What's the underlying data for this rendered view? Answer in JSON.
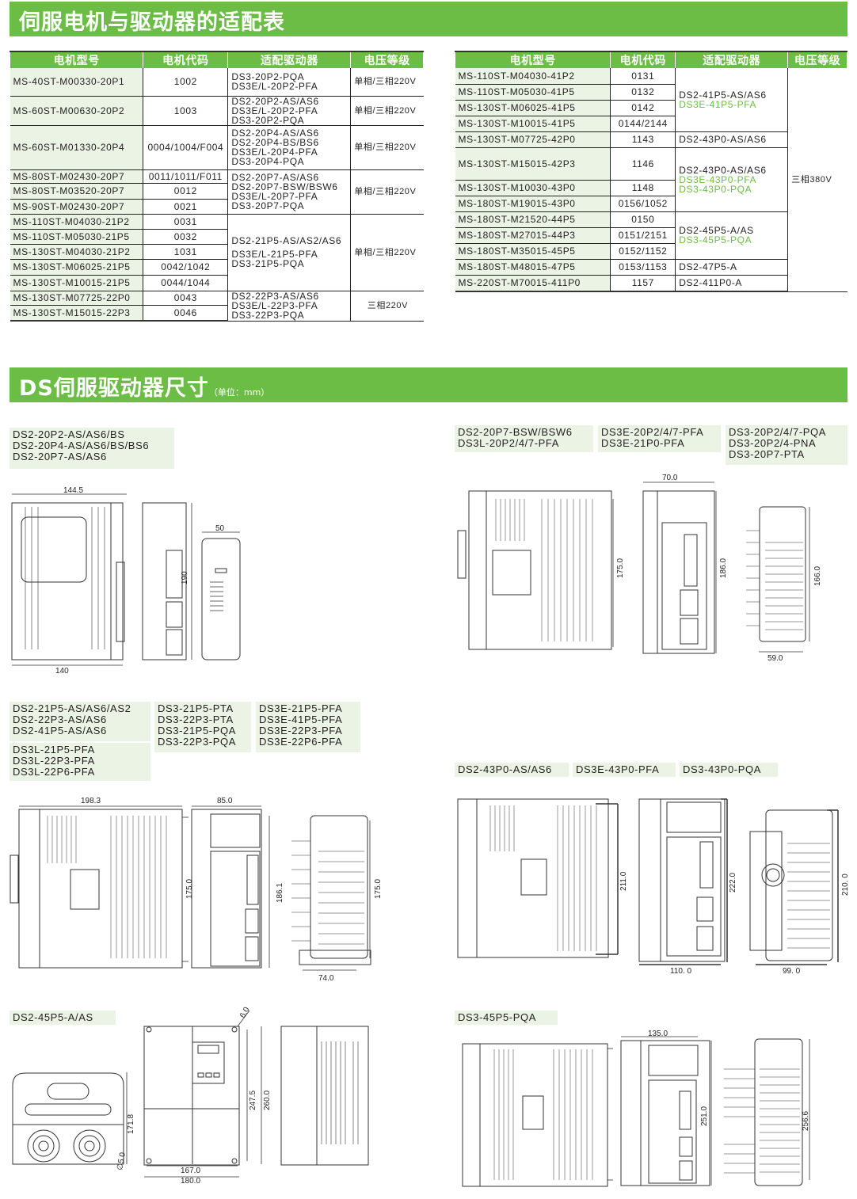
{
  "section1": {
    "title": "伺服电机与驱动器的适配表"
  },
  "table_headers": [
    "电机型号",
    "电机代码",
    "适配驱动器",
    "电压等级"
  ],
  "table_left": {
    "rows": [
      {
        "model": "MS-40ST-M00330-20P1",
        "code": "1002"
      },
      {
        "model": "MS-60ST-M00630-20P2",
        "code": "1003"
      },
      {
        "model": "MS-60ST-M01330-20P4",
        "code": "0004/1004/F004"
      },
      {
        "model": "MS-80ST-M02430-20P7",
        "code": "0011/1011/F011"
      },
      {
        "model": "MS-80ST-M03520-20P7",
        "code": "0012"
      },
      {
        "model": "MS-90ST-M02430-20P7",
        "code": "0021"
      },
      {
        "model": "MS-110ST-M04030-21P2",
        "code": "0031"
      },
      {
        "model": "MS-110ST-M05030-21P5",
        "code": "0032"
      },
      {
        "model": "MS-130ST-M04030-21P2",
        "code": "1031"
      },
      {
        "model": "MS-130ST-M06025-21P5",
        "code": "0042/1042"
      },
      {
        "model": "MS-130ST-M10015-21P5",
        "code": "0044/1044"
      },
      {
        "model": "MS-130ST-M07725-22P0",
        "code": "0043"
      },
      {
        "model": "MS-130ST-M15015-22P3",
        "code": "0046"
      }
    ],
    "groups": [
      {
        "drivers": [
          "DS3-20P2-PQA",
          "DS3E/L-20P2-PFA"
        ],
        "voltage": "单相/三相220V"
      },
      {
        "drivers": [
          "DS2-20P2-AS/AS6",
          "DS3E/L-20P2-PFA",
          "DS3-20P2-PQA"
        ],
        "voltage": "单相/三相220V"
      },
      {
        "drivers": [
          "DS2-20P4-AS/AS6",
          "DS2-20P4-BS/BS6",
          "DS3E/L-20P4-PFA",
          "DS3-20P4-PQA"
        ],
        "voltage": "单相/三相220V"
      },
      {
        "drivers": [
          "DS2-20P7-AS/AS6",
          "DS2-20P7-BSW/BSW6",
          "DS3E/L-20P7-PFA",
          "DS3-20P7-PQA"
        ],
        "voltage": "单相/三相220V"
      },
      {
        "drivers": [
          "DS2-21P5-AS/AS2/AS6",
          "DS3E/L-21P5-PFA",
          "DS3-21P5-PQA"
        ],
        "voltage": "单相/三相220V"
      },
      {
        "drivers": [
          "DS2-22P3-AS/AS6",
          "DS3E/L-22P3-PFA",
          "DS3-22P3-PQA"
        ],
        "voltage": "三相220V"
      }
    ]
  },
  "table_right": {
    "rows": [
      {
        "model": "MS-110ST-M04030-41P2",
        "code": "0131"
      },
      {
        "model": "MS-110ST-M05030-41P5",
        "code": "0132"
      },
      {
        "model": "MS-130ST-M06025-41P5",
        "code": "0142"
      },
      {
        "model": "MS-130ST-M10015-41P5",
        "code": "0144/2144"
      },
      {
        "model": "MS-130ST-M07725-42P0",
        "code": "1143"
      },
      {
        "model": "MS-130ST-M15015-42P3",
        "code": "1146"
      },
      {
        "model": "MS-130ST-M10030-43P0",
        "code": "1148"
      },
      {
        "model": "MS-180ST-M19015-43P0",
        "code": "0156/1052"
      },
      {
        "model": "MS-180ST-M21520-44P5",
        "code": "0150"
      },
      {
        "model": "MS-180ST-M27015-44P3",
        "code": "0151/2151"
      },
      {
        "model": "MS-180ST-M35015-45P5",
        "code": "0152/1152"
      },
      {
        "model": "MS-180ST-M48015-47P5",
        "code": "0153/1153"
      },
      {
        "model": "MS-220ST-M70015-411P0",
        "code": "1157"
      }
    ],
    "groups": [
      {
        "drivers": [
          "DS2-41P5-AS/AS6"
        ],
        "drivers_green": [
          "DS3E-41P5-PFA"
        ]
      },
      {
        "drivers": [
          "DS2-43P0-AS/AS6"
        ],
        "drivers_green": []
      },
      {
        "drivers": [
          "DS2-43P0-AS/AS6"
        ],
        "drivers_green": [
          "DS3E-43P0-PFA",
          "DS3-43P0-PQA"
        ]
      },
      {
        "drivers": [
          "DS2-45P5-A/AS"
        ],
        "drivers_green": [
          "DS3-45P5-PQA"
        ]
      },
      {
        "drivers": [
          "DS2-47P5-A"
        ],
        "drivers_green": []
      },
      {
        "drivers": [
          "DS2-411P0-A"
        ],
        "drivers_green": []
      }
    ],
    "voltage": "三相380V"
  },
  "section2": {
    "title": "DS伺服驱动器尺寸",
    "unit": "（单位：mm）"
  },
  "dimension_groups": [
    {
      "labels": [
        [
          "DS2-20P2-AS/AS6/BS",
          "DS2-20P4-AS/AS6/BS/BS6",
          "DS2-20P7-AS/AS6"
        ]
      ],
      "dims": {
        "top_width": "144.5",
        "bottom_width": "140",
        "height": "190",
        "depth": "50"
      }
    },
    {
      "labels": [
        [
          "DS2-20P7-BSW/BSW6",
          "DS3L-20P2/4/7-PFA"
        ],
        [
          "DS3E-20P2/4/7-PFA",
          "DS3E-21P0-PFA"
        ],
        [
          "DS3-20P2/4/7-PQA",
          "DS3-20P2/4-PNA",
          "DS3-20P7-PTA"
        ]
      ],
      "dims": {
        "side_height": "175.0",
        "front_width": "70.0",
        "front_height": "186.0",
        "rear_height": "166.0",
        "rear_width": "59.0"
      }
    },
    {
      "labels": [
        [
          "DS2-21P5-AS/AS6/AS2",
          "DS2-22P3-AS/AS6",
          "DS2-41P5-AS/AS6"
        ],
        [
          "DS3L-21P5-PFA",
          "DS3L-22P3-PFA",
          "DS3L-22P6-PFA"
        ],
        [
          "DS3-21P5-PTA",
          "DS3-22P3-PTA",
          "DS3-21P5-PQA",
          "DS3-22P3-PQA"
        ],
        [
          "DS3E-21P5-PFA",
          "DS3E-41P5-PFA",
          "DS3E-22P3-PFA",
          "DS3E-22P6-PFA"
        ]
      ],
      "dims": {
        "side_width": "198.3",
        "side_height": "175.0",
        "front_width": "85.0",
        "front_height": "186.1",
        "rear_height": "175.0",
        "rear_width": "74.0"
      }
    },
    {
      "labels": [
        [
          "DS2-43P0-AS/AS6"
        ],
        [
          "DS3E-43P0-PFA"
        ],
        [
          "DS3-43P0-PQA"
        ]
      ],
      "dims": {
        "side_height": "211.0",
        "front_height": "222.0",
        "front_width": "110. 0",
        "rear_height": "210. 0",
        "rear_width": "99. 0"
      }
    },
    {
      "labels": [
        [
          "DS2-45P5-A/AS"
        ]
      ],
      "dims": {
        "bottom_height": "171.8",
        "hole": "∅5.0",
        "corner": "6.0",
        "inner_height": "247.5",
        "outer_height": "260.0",
        "inner_width": "167.0",
        "outer_width": "180.0"
      }
    },
    {
      "labels": [
        [
          "DS3-45P5-PQA"
        ]
      ],
      "dims": {
        "front_width": "135.0",
        "front_height": "251.0",
        "rear_height": "256.6"
      }
    }
  ]
}
